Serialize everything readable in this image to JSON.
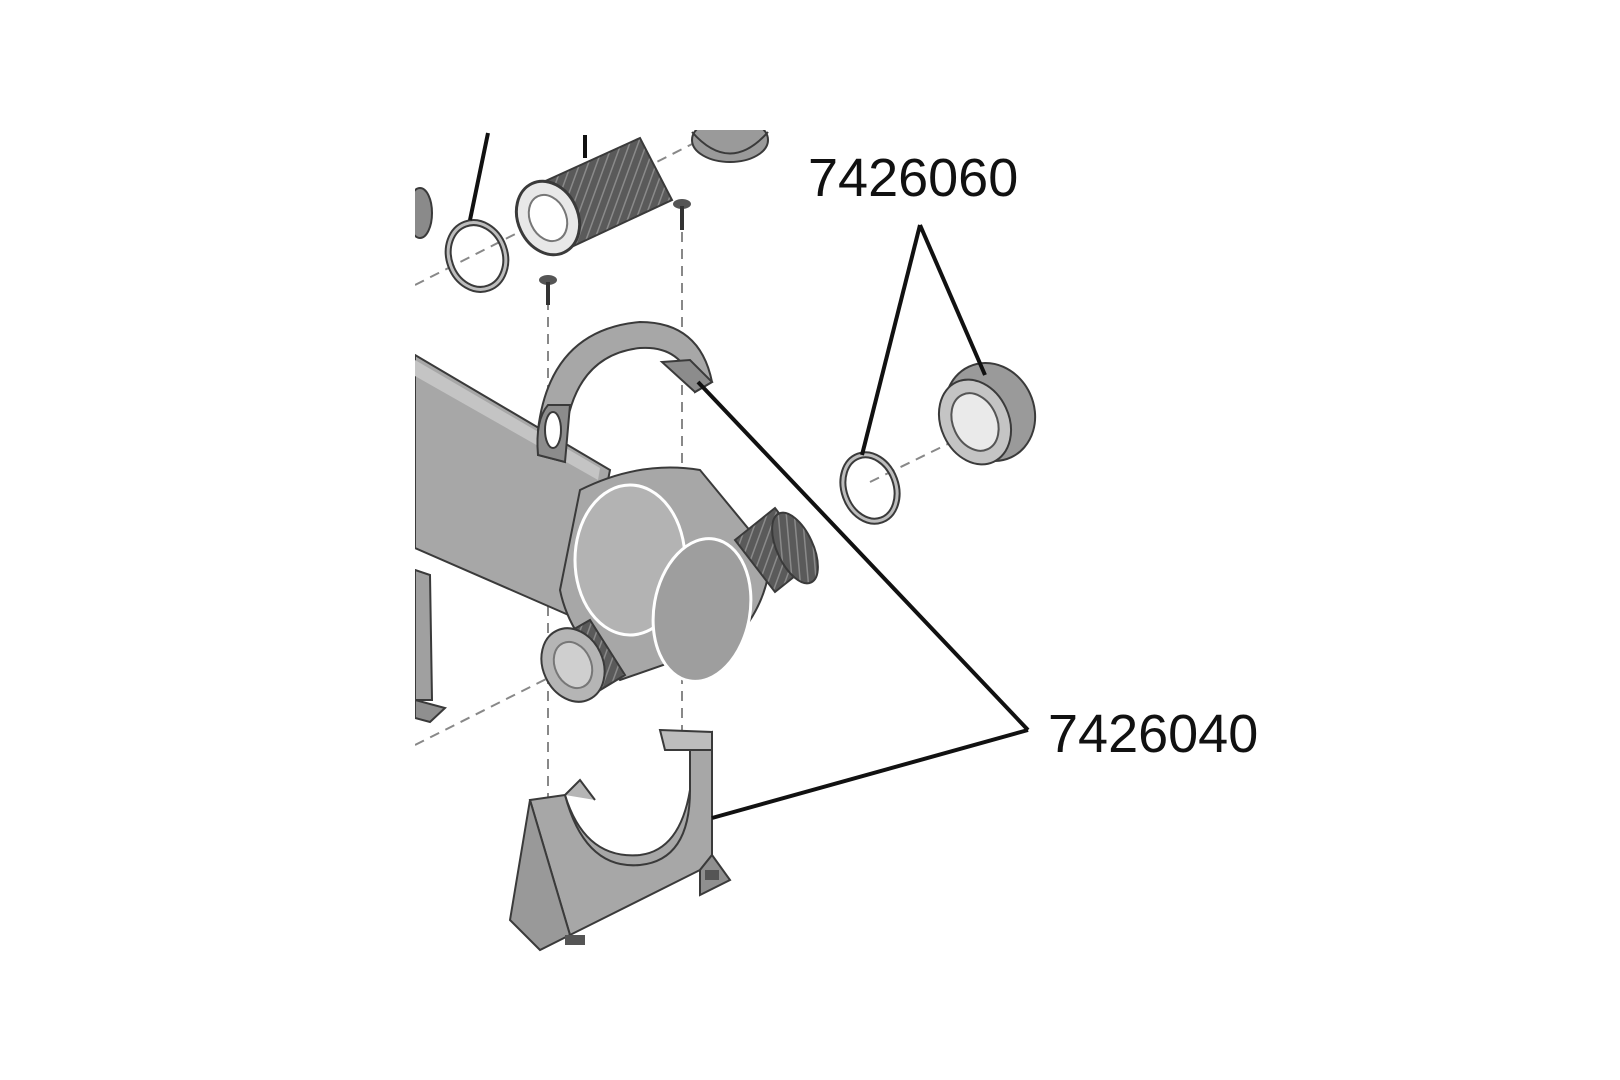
{
  "callouts": [
    {
      "id": "clamp",
      "part_number": "7426040"
    },
    {
      "id": "union-nut-and-oring",
      "part_number": "7426060"
    }
  ],
  "colors": {
    "part_fill": "#a7a7a7",
    "part_dark": "#6f6f6f",
    "part_light": "#d2d2d2",
    "outline": "#3a3a3a",
    "leader": "#111111",
    "background": "#ffffff"
  }
}
